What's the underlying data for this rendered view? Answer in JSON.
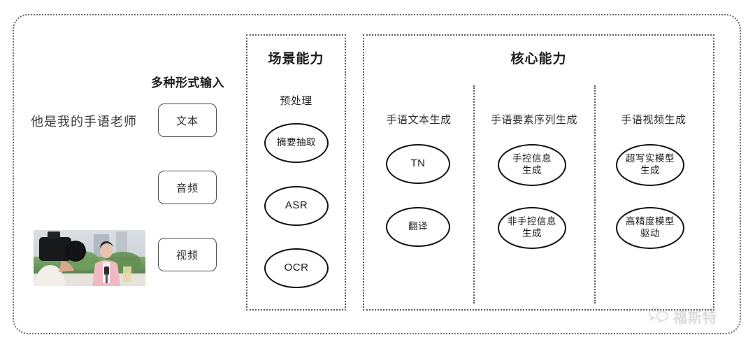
{
  "outer_frame": {
    "border_color": "#6b6b6b"
  },
  "input_section": {
    "header": "多种形式输入",
    "sentence": "他是我的手语老师",
    "waveform_label": "audio-waveform",
    "video_label": "video-thumbnail",
    "modalities": [
      {
        "label": "文本",
        "name": "text"
      },
      {
        "label": "音频",
        "name": "audio"
      },
      {
        "label": "视频",
        "name": "video"
      }
    ]
  },
  "scene_capability": {
    "title": "场景能力",
    "columns": [
      {
        "label": "预处理",
        "nodes": [
          {
            "line1": "摘要抽取",
            "line2": "",
            "latin": false
          },
          {
            "line1": "ASR",
            "line2": "",
            "latin": true
          },
          {
            "line1": "OCR",
            "line2": "",
            "latin": true
          }
        ]
      }
    ]
  },
  "core_capability": {
    "title": "核心能力",
    "columns": [
      {
        "label": "手语文本生成",
        "nodes": [
          {
            "line1": "TN",
            "line2": "",
            "latin": true
          },
          {
            "line1": "翻译",
            "line2": "",
            "latin": false
          }
        ]
      },
      {
        "label": "手语要素序列生成",
        "nodes": [
          {
            "line1": "手控信息",
            "line2": "生成",
            "latin": false
          },
          {
            "line1": "非手控信息",
            "line2": "生成",
            "latin": false
          }
        ]
      },
      {
        "label": "手语视频生成",
        "nodes": [
          {
            "line1": "超写实模型",
            "line2": "生成",
            "latin": false
          },
          {
            "line1": "高精度模型",
            "line2": "驱动",
            "latin": false
          }
        ]
      }
    ]
  },
  "watermark": {
    "text": "福斯特",
    "icon": "wechat-icon",
    "color": "#8a8a8a"
  }
}
